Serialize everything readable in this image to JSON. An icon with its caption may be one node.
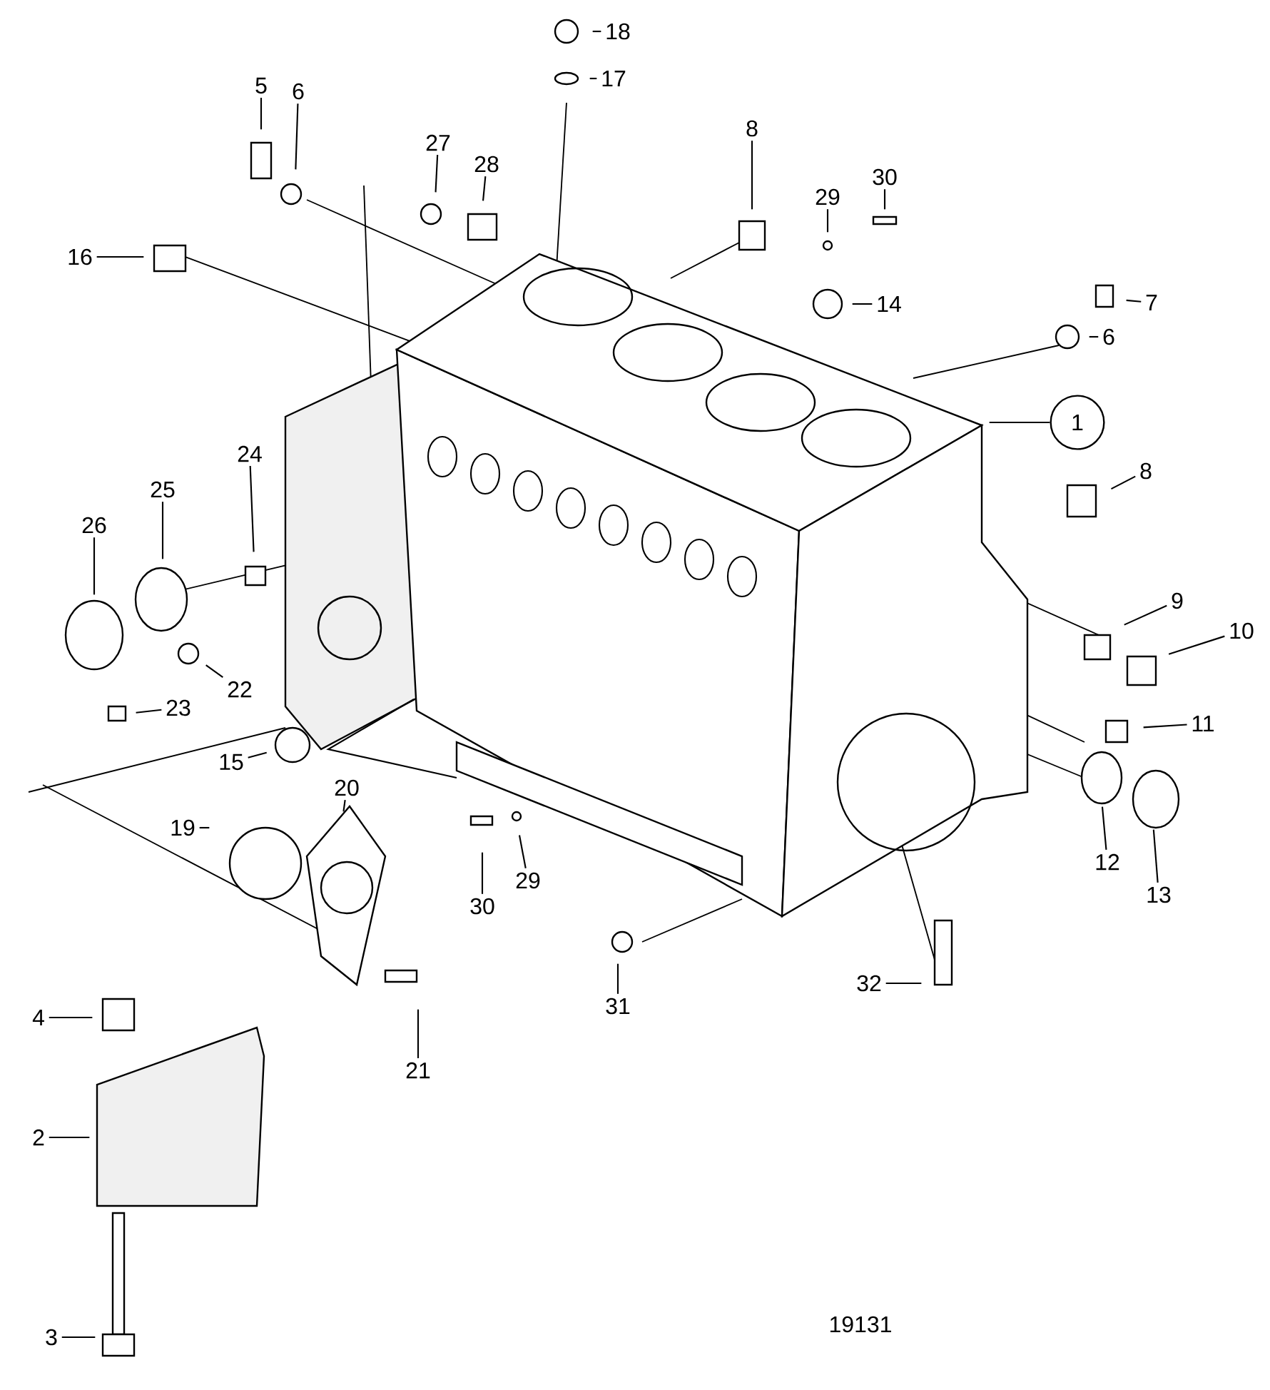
{
  "diagram": {
    "nodes": [
      {
        "text": [
          "18"
        ]
      },
      {
        "text": [
          "17"
        ]
      },
      {
        "text": [
          "5"
        ]
      },
      {
        "text": [
          "6"
        ]
      },
      {
        "text": [
          "27"
        ]
      },
      {
        "text": [
          "28"
        ]
      },
      {
        "text": [
          "8"
        ]
      },
      {
        "text": [
          "30"
        ]
      },
      {
        "text": [
          "29"
        ]
      },
      {
        "text": [
          "16"
        ]
      },
      {
        "text": [
          "14"
        ]
      },
      {
        "text": [
          "7"
        ]
      },
      {
        "text": [
          "6"
        ]
      },
      {
        "text": [
          "1"
        ]
      },
      {
        "text": [
          "24"
        ]
      },
      {
        "text": [
          "8"
        ]
      },
      {
        "text": [
          "25"
        ]
      },
      {
        "text": [
          "26"
        ]
      },
      {
        "text": [
          "9"
        ]
      },
      {
        "text": [
          "10"
        ]
      },
      {
        "text": [
          "23"
        ]
      },
      {
        "text": [
          "22"
        ]
      },
      {
        "text": [
          "11"
        ]
      },
      {
        "text": [
          "15"
        ]
      },
      {
        "text": [
          "20"
        ]
      },
      {
        "text": [
          "19"
        ]
      },
      {
        "text": [
          "12"
        ]
      },
      {
        "text": [
          "30"
        ]
      },
      {
        "text": [
          "29"
        ]
      },
      {
        "text": [
          "13"
        ]
      },
      {
        "text": [
          "32"
        ]
      },
      {
        "text": [
          "31"
        ]
      },
      {
        "text": [
          "4"
        ]
      },
      {
        "text": [
          "21"
        ]
      },
      {
        "text": [
          "2"
        ]
      },
      {
        "text": [
          "3"
        ]
      }
    ],
    "edges": [
      {
        "from": 0,
        "to": null,
        "arrow": "none"
      },
      {
        "from": 1,
        "to": null,
        "arrow": "none"
      },
      {
        "from": 2,
        "to": null,
        "arrow": "none"
      },
      {
        "from": 3,
        "to": null,
        "arrow": "none"
      },
      {
        "from": 4,
        "to": null,
        "arrow": "none"
      },
      {
        "from": 5,
        "to": null,
        "arrow": "none"
      },
      {
        "from": 6,
        "to": null,
        "arrow": "none"
      },
      {
        "from": 7,
        "to": null,
        "arrow": "none"
      },
      {
        "from": 8,
        "to": null,
        "arrow": "none"
      },
      {
        "from": 9,
        "to": null,
        "arrow": "none"
      },
      {
        "from": 10,
        "to": null,
        "arrow": "none"
      },
      {
        "from": 11,
        "to": null,
        "arrow": "none"
      },
      {
        "from": 12,
        "to": null,
        "arrow": "none"
      },
      {
        "from": 13,
        "to": null,
        "arrow": "none"
      },
      {
        "from": 14,
        "to": null,
        "arrow": "none"
      },
      {
        "from": 15,
        "to": null,
        "arrow": "none"
      },
      {
        "from": 16,
        "to": null,
        "arrow": "none"
      },
      {
        "from": 17,
        "to": null,
        "arrow": "none"
      },
      {
        "from": 18,
        "to": null,
        "arrow": "none"
      },
      {
        "from": 19,
        "to": null,
        "arrow": "none"
      },
      {
        "from": 20,
        "to": null,
        "arrow": "none"
      },
      {
        "from": 21,
        "to": null,
        "arrow": "none"
      },
      {
        "from": 22,
        "to": null,
        "arrow": "none"
      },
      {
        "from": 23,
        "to": null,
        "arrow": "none"
      },
      {
        "from": 24,
        "to": null,
        "arrow": "none"
      },
      {
        "from": 25,
        "to": null,
        "arrow": "none"
      },
      {
        "from": 26,
        "to": null,
        "arrow": "none"
      },
      {
        "from": 27,
        "to": null,
        "arrow": "none"
      },
      {
        "from": 28,
        "to": null,
        "arrow": "none"
      },
      {
        "from": 29,
        "to": null,
        "arrow": "none"
      },
      {
        "from": 30,
        "to": null,
        "arrow": "none"
      },
      {
        "from": 31,
        "to": null,
        "arrow": "none"
      },
      {
        "from": 32,
        "to": null,
        "arrow": "none"
      },
      {
        "from": 33,
        "to": null,
        "arrow": "none"
      },
      {
        "from": 34,
        "to": null,
        "arrow": "none"
      },
      {
        "from": 35,
        "to": null,
        "arrow": "none"
      }
    ],
    "labels": [
      "19131"
    ]
  }
}
